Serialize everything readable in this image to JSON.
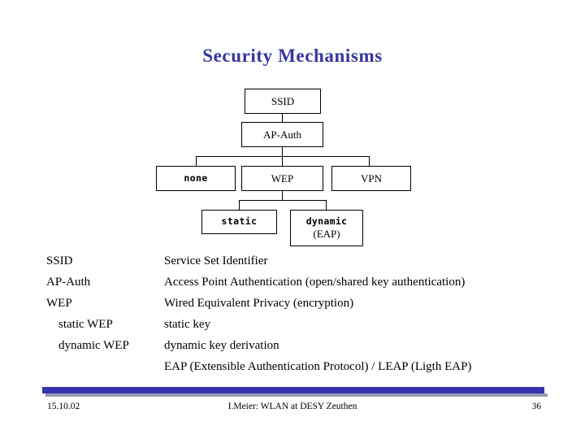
{
  "slide": {
    "title": "Security Mechanisms"
  },
  "diagram": {
    "nodes": {
      "ssid": "SSID",
      "ap_auth": "AP-Auth",
      "none": "none",
      "wep": "WEP",
      "vpn": "VPN",
      "static": "static",
      "dynamic_line1": "dynamic",
      "dynamic_line2": "(EAP)"
    }
  },
  "legend": {
    "rows": [
      {
        "term": "SSID",
        "indent": false,
        "desc": "Service Set Identifier"
      },
      {
        "term": "AP-Auth",
        "indent": false,
        "desc": "Access Point Authentication (open/shared key authentication)"
      },
      {
        "term": "WEP",
        "indent": false,
        "desc": "Wired Equivalent Privacy (encryption)"
      },
      {
        "term": "static WEP",
        "indent": true,
        "desc": "static key"
      },
      {
        "term": "dynamic WEP",
        "indent": true,
        "desc": "dynamic key derivation"
      },
      {
        "term": "",
        "indent": false,
        "desc": "EAP (Extensible Authentication Protocol) / LEAP (Ligth EAP)"
      }
    ]
  },
  "footer": {
    "date": "15.10.02",
    "center": "I.Meier: WLAN at DESY Zeuthen",
    "page": "36"
  },
  "colors": {
    "title": "#3535a0",
    "footer_bar": "#3434ae",
    "footer_shadow": "#9a9ab0",
    "box_border": "#000000",
    "background": "#ffffff"
  }
}
